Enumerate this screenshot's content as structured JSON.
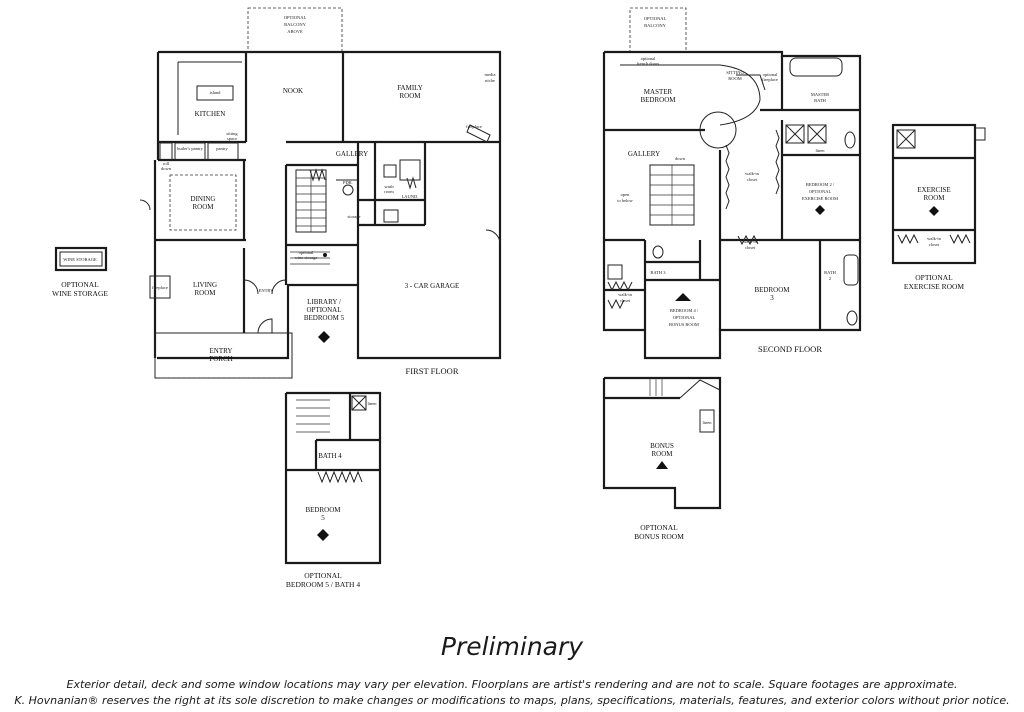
{
  "first_floor": {
    "caption": "FIRST FLOOR",
    "balcony": [
      "OPTIONAL",
      "BALCONY",
      "ABOVE"
    ],
    "rooms": {
      "kitchen": "KITCHEN",
      "island": "island",
      "nook": "NOOK",
      "family_room": [
        "FAMILY",
        "ROOM"
      ],
      "media_niche": [
        "media",
        "niche"
      ],
      "fireplace": "fireplace",
      "butlers_pantry": "butler's pantry",
      "pantry": "pantry",
      "sitting_space": [
        "sitting",
        "space"
      ],
      "roll_down": [
        "roll",
        "down"
      ],
      "gallery": "GALLERY",
      "powder": "PDR.",
      "wash": [
        "wash",
        "room"
      ],
      "laund": "LAUND.",
      "dining_room": [
        "DINING",
        "ROOM"
      ],
      "storage": "storage",
      "optional_wine_storage_note": [
        "optional",
        "wine storage"
      ],
      "living_room": [
        "LIVING",
        "ROOM"
      ],
      "fireplace_living": "fireplace",
      "entry": "ENTRY",
      "library": [
        "LIBRARY /",
        "OPTIONAL",
        "BEDROOM 5"
      ],
      "garage": "3 - CAR GARAGE",
      "entry_porch": [
        "ENTRY",
        "PORCH"
      ]
    }
  },
  "wine_storage": {
    "caption": [
      "OPTIONAL",
      "WINE STORAGE"
    ],
    "inner": "WINE STORAGE"
  },
  "bedroom5_option": {
    "caption": [
      "OPTIONAL",
      "BEDROOM 5 / BATH 4"
    ],
    "bath": "BATH 4",
    "bedroom": [
      "BEDROOM",
      "5"
    ],
    "linen": "linen"
  },
  "second_floor": {
    "caption": "SECOND FLOOR",
    "balcony": [
      "OPTIONAL",
      "BALCONY"
    ],
    "french_doors": [
      "optional",
      "french doors"
    ],
    "sitting_room": [
      "SITTING",
      "ROOM"
    ],
    "opt_fireplace": [
      "optional",
      "fireplace"
    ],
    "master_bedroom": [
      "MASTER",
      "BEDROOM"
    ],
    "master_bath": [
      "MASTER",
      "BATH"
    ],
    "linen": "linen",
    "gallery": "GALLERY",
    "down": "down",
    "open_to_below": [
      "open",
      "to below"
    ],
    "walk_in_closet": [
      "walk-in",
      "closet"
    ],
    "bedroom2": [
      "BEDROOM 2 /",
      "OPTIONAL",
      "EXERCISE ROOM"
    ],
    "walk_in_closet_2": [
      "walk-in",
      "closet"
    ],
    "bath3": "BATH 3",
    "walk_in_closet_3": [
      "walk-in",
      "closet"
    ],
    "bedroom4": [
      "BEDROOM 4 /",
      "OPTIONAL",
      "BONUS ROOM"
    ],
    "bedroom3": [
      "BEDROOM",
      "3"
    ],
    "bath2": [
      "BATH",
      "2"
    ]
  },
  "exercise_option": {
    "caption": [
      "OPTIONAL",
      "EXERCISE ROOM"
    ],
    "room": [
      "EXERCISE",
      "ROOM"
    ],
    "closet": [
      "walk-in",
      "closet"
    ]
  },
  "bonus_option": {
    "caption": [
      "OPTIONAL",
      "BONUS ROOM"
    ],
    "room": [
      "BONUS",
      "ROOM"
    ],
    "linen": "linen"
  },
  "footer": {
    "title": "Preliminary",
    "disclaimer_line1": "Exterior detail, deck and some window locations may vary per elevation. Floorplans are artist's rendering and are not to scale. Square footages are approximate.",
    "disclaimer_line2": "K. Hovnanian® reserves the right at its sole discretion to make changes or modifications to maps, plans, specifications, materials, features, and exterior colors without prior notice."
  }
}
